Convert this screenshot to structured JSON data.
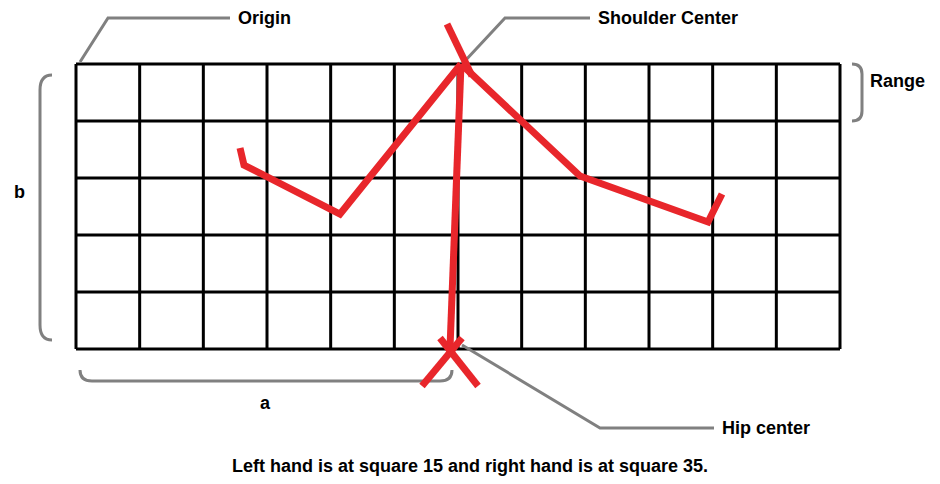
{
  "diagram": {
    "caption": "Left hand is at square 15 and right hand is at square 35.",
    "labels": [
      "Origin",
      "Shoulder Center",
      "Range",
      "b",
      "a",
      "Hip center"
    ]
  }
}
